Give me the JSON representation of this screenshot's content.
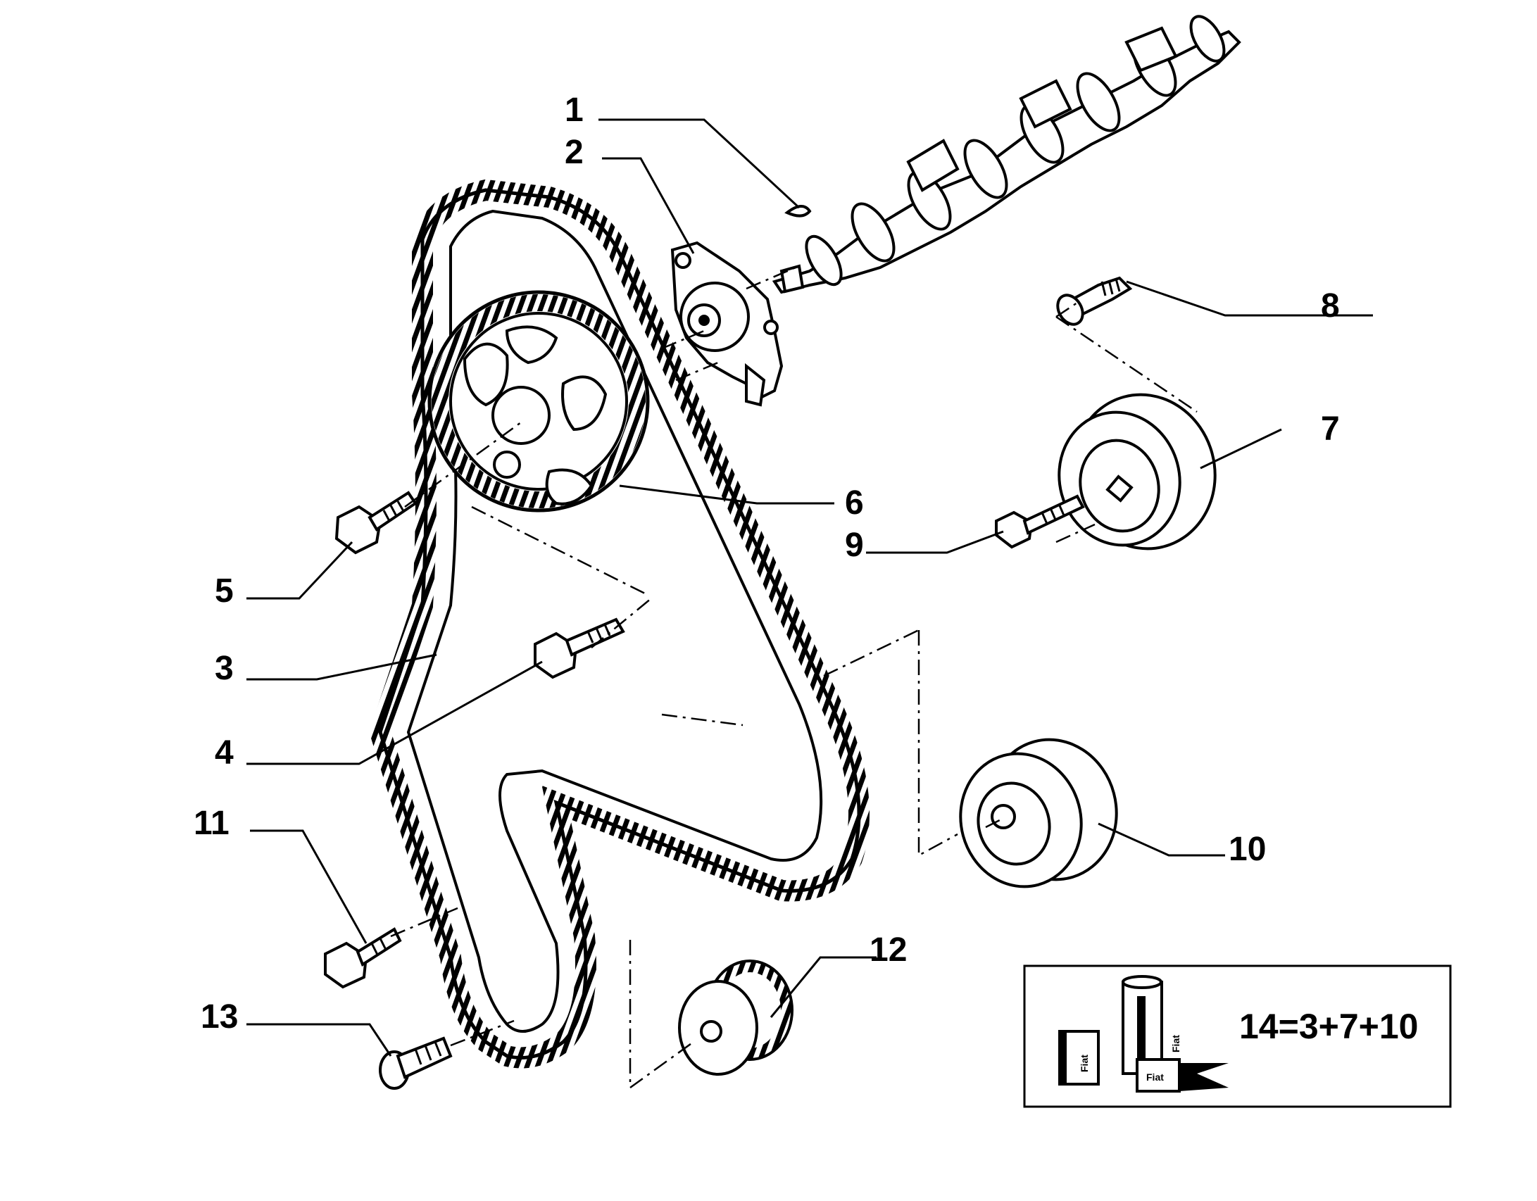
{
  "callouts": {
    "c1": "1",
    "c2": "2",
    "c3": "3",
    "c4": "4",
    "c5": "5",
    "c6": "6",
    "c7": "7",
    "c8": "8",
    "c9": "9",
    "c10": "10",
    "c11": "11",
    "c12": "12",
    "c13": "13"
  },
  "kit": {
    "formula": "14=3+7+10",
    "box_labels": [
      "Fiat",
      "Fiat",
      "Fiat"
    ]
  },
  "colors": {
    "ink": "#000000",
    "paper": "#ffffff"
  }
}
